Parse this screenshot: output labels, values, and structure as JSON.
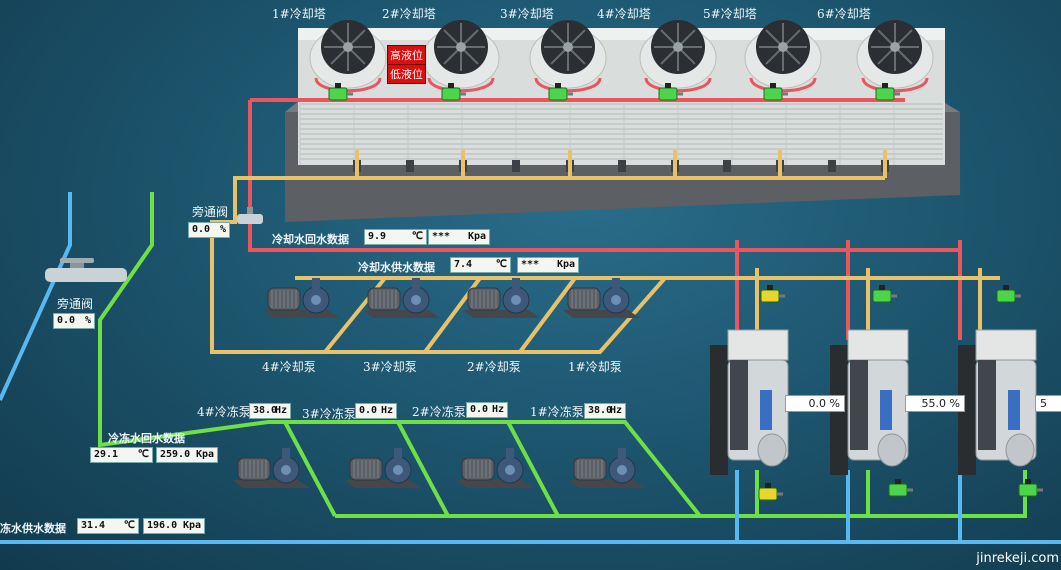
{
  "towers": {
    "labels": [
      "1#冷却塔",
      "2#冷却塔",
      "3#冷却塔",
      "4#冷却塔",
      "5#冷却塔",
      "6#冷却塔"
    ],
    "high_level": "高液位",
    "low_level": "低液位"
  },
  "bypass_top": {
    "label": "旁通阀",
    "value": "0.0",
    "unit": "%"
  },
  "bypass_left": {
    "label": "旁通阀",
    "value": "0.0",
    "unit": "%"
  },
  "cooling_return": {
    "label": "冷却水回水数据",
    "temp": "9.9",
    "temp_unit": "℃",
    "pressure": "***",
    "pressure_unit": "Kpa"
  },
  "cooling_supply": {
    "label": "冷却水供水数据",
    "temp": "7.4",
    "temp_unit": "℃",
    "pressure": "***",
    "pressure_unit": "Kpa"
  },
  "cooling_pumps": [
    "4#冷却泵",
    "3#冷却泵",
    "2#冷却泵",
    "1#冷却泵"
  ],
  "chilled_pumps": [
    {
      "label": "4#冷冻泵",
      "value": "38.0",
      "unit": "Hz"
    },
    {
      "label": "3#冷冻泵",
      "value": "0.0",
      "unit": "Hz"
    },
    {
      "label": "2#冷冻泵",
      "value": "0.0",
      "unit": "Hz"
    },
    {
      "label": "1#冷冻泵",
      "value": "38.0",
      "unit": "Hz"
    }
  ],
  "chilled_return": {
    "label": "冷冻水回水数据",
    "temp": "29.1",
    "temp_unit": "℃",
    "pressure": "259.0",
    "pressure_unit": "Kpa"
  },
  "chilled_supply": {
    "label": "冻水供水数据",
    "temp": "31.4",
    "temp_unit": "℃",
    "pressure": "196.0",
    "pressure_unit": "Kpa"
  },
  "chillers": [
    {
      "load": "0.0 %"
    },
    {
      "load": "55.0 %"
    },
    {
      "load": "5"
    }
  ],
  "watermark": "jinrekeji.com",
  "colors": {
    "red_pipe": "#e8575f",
    "yellow_pipe": "#e8c26a",
    "green_pipe": "#6ee045",
    "blue_pipe": "#5ab8f0",
    "valve": "#4cd44a",
    "valve_yellow": "#e6d72a"
  }
}
